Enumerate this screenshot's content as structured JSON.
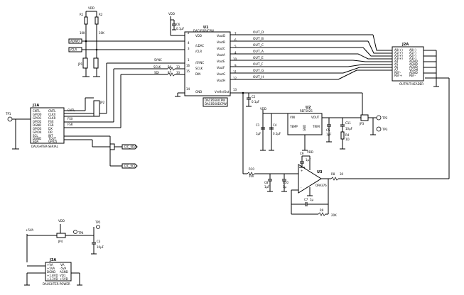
{
  "power": {
    "vdd": "VDD",
    "cap_c6": "C6",
    "cap_c6_val": "0.1µF"
  },
  "resistors": {
    "r1": "R1",
    "r2": "R2",
    "r1_val": "10K",
    "r2_val": "10K"
  },
  "inputs": {
    "adwo": "ADWO",
    "clr": "/CLR",
    "jp": "JP1"
  },
  "u1": {
    "ref": "U1",
    "part": "DAC8568ICPW",
    "variants": [
      "DAC8568ICPW",
      "DAC8568DCPW"
    ],
    "left_pins": [
      {
        "num": "2",
        "name": "VDD"
      },
      {
        "num": "4",
        "name": "/LDAC"
      },
      {
        "num": "3",
        "name": "/CLR"
      },
      {
        "num": "1",
        "name": "/SYNC"
      },
      {
        "num": "16",
        "name": "SCLK"
      },
      {
        "num": "15",
        "name": "DIN"
      },
      {
        "num": "14",
        "name": "GND"
      }
    ],
    "right_pins": [
      {
        "num": "7",
        "name": "VoutD"
      },
      {
        "num": "6",
        "name": "VoutB"
      },
      {
        "num": "5",
        "name": "VoutC"
      },
      {
        "num": "4",
        "name": "VoutA"
      },
      {
        "num": "10",
        "name": "VoutE"
      },
      {
        "num": "9",
        "name": "VoutF"
      },
      {
        "num": "11",
        "name": "VoutG"
      },
      {
        "num": "12",
        "name": "VoutH"
      },
      {
        "num": "13",
        "name": "VrefIn/Out"
      }
    ]
  },
  "outputs": [
    "OUT_D",
    "OUT_B",
    "OUT_C",
    "OUT_A",
    "OUT_E",
    "OUT_F",
    "OUT_G",
    "OUT_H"
  ],
  "serial": {
    "sync": "SYNC",
    "sclk": "SCLK",
    "sdi": "SDI",
    "r_sync": "R5",
    "r_sclk": "R6",
    "r_sdi": "R7",
    "r_vals": [
      "33",
      "33",
      "33"
    ]
  },
  "j1a": {
    "ref": "J1A",
    "part": "DAUGHTER-SERIAL",
    "left": [
      "CNTL",
      "GPIO0",
      "GPIO1",
      "GPIO2",
      "DGND",
      "GPIO3",
      "GPIO4",
      "SCL",
      "DGND",
      "SDA"
    ],
    "right": [
      "CNTL",
      "CLKX",
      "CLKR",
      "FSX",
      "FSR",
      "DX",
      "DR",
      "INT",
      "TOUT",
      "GPIO5"
    ],
    "labels": {
      "cntl": "CNTL",
      "fsx": "FSX",
      "fsr": "FSR",
      "i2c_sda": "I2C_SDA",
      "i2c_scl": "I2C_SCL",
      "tp": "TP1",
      "jp": "JP2"
    }
  },
  "j2a": {
    "ref": "J2A",
    "part": "OUTPUT-HEADER",
    "left": [
      "A0(+)",
      "A1(+)",
      "A2(+)",
      "A3(+)",
      "A4",
      "A5",
      "A6",
      "A7",
      "REF-",
      "REF+"
    ],
    "right": [
      "A0(-)",
      "A1(-)",
      "A2(-)",
      "A3(-)",
      "AGND",
      "AGND",
      "AGND",
      "VCOM",
      "AGND",
      "REF-"
    ]
  },
  "u2": {
    "ref": "U2",
    "part": "REF5025",
    "pins": {
      "vin": "VIN",
      "vout": "VOUT",
      "temp": "TEMP",
      "trim": "TRIM",
      "gnd": "GND"
    },
    "caps": {
      "c1": "C1",
      "c1_val": "1µF",
      "c4": "C4",
      "c4_val": "0.1µF",
      "c5": "C5",
      "c5_val": "1µF",
      "c11": "C11",
      "c11_val": "10µF"
    },
    "r4": "R4",
    "r4_val": "1Ω",
    "jp": "JP3",
    "tp2": "TP2",
    "tp3": "TP3"
  },
  "u3": {
    "ref": "U3",
    "part": "OPA376",
    "r10": "R10",
    "r10_val": "10k",
    "r8": "R8",
    "r8_val": "30",
    "r9": "R9",
    "r9_val": "20K",
    "c9": "C9",
    "c9_val": "1µF",
    "c10": "C10",
    "c10_val": "1µ",
    "c7": "C7",
    "c7_val": "1µ",
    "c8": "C8",
    "c8_val": "1µF"
  },
  "c2": {
    "ref": "C2",
    "val": "0.1µF"
  },
  "power_block": {
    "vdd": "VDD",
    "vsrc": "+5VA",
    "jp": "JP4",
    "tp": "TP4",
    "tp2": "TP5",
    "c3": "C3",
    "c3_val": "10µF",
    "j3a": "J3A",
    "j3a_part": "DAUGHTER-POWER",
    "left": [
      "+VA",
      "+5VA",
      "DGND",
      "+1.8VD",
      "+3.3VD"
    ],
    "right": [
      "-VA",
      "-5VA",
      "AGND",
      "VD1",
      "+5VD"
    ]
  }
}
